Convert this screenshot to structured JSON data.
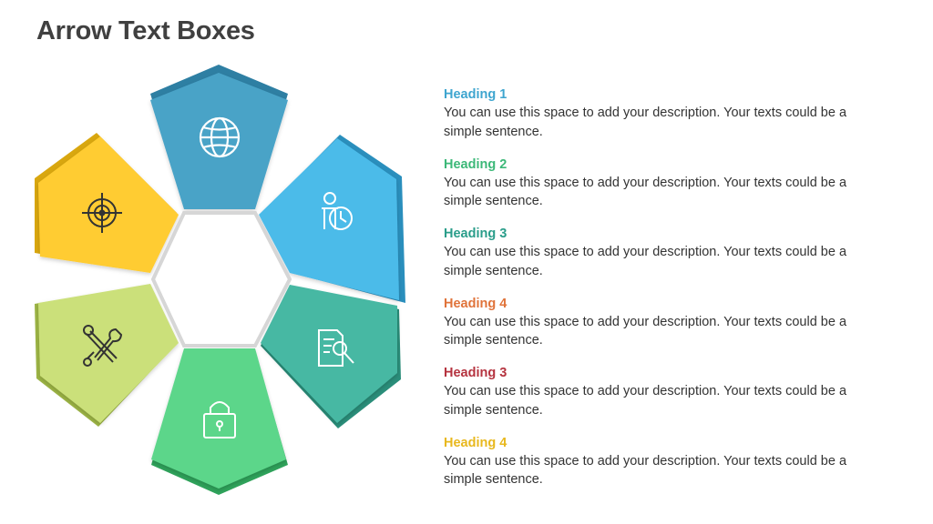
{
  "slide": {
    "title": "Arrow Text Boxes"
  },
  "diagram": {
    "segments": [
      {
        "icon": "globe-icon",
        "color": "#4aa3c7",
        "edge": "#2e7fa3"
      },
      {
        "icon": "person-clock-icon",
        "color": "#4cbbe9",
        "edge": "#2a8fbd"
      },
      {
        "icon": "document-search-icon",
        "color": "#47b8a3",
        "edge": "#2a8e7a"
      },
      {
        "icon": "lock-icon",
        "color": "#5bd68a",
        "edge": "#2fa35b"
      },
      {
        "icon": "tools-icon",
        "color": "#cbe07a",
        "edge": "#9db545"
      },
      {
        "icon": "target-icon",
        "color": "#ffcc33",
        "edge": "#d9a70f"
      }
    ],
    "center_stroke": "#d6d6d6"
  },
  "items": [
    {
      "heading": "Heading 1",
      "color": "#3ea5cf",
      "description": "You can use this space to add your description. Your texts could be a simple sentence."
    },
    {
      "heading": "Heading 2",
      "color": "#3cb878",
      "description": "You can use this space to add your description. Your texts could be a simple sentence."
    },
    {
      "heading": "Heading 3",
      "color": "#2a9d8a",
      "description": "You can use this space to add your description. Your texts could be a simple sentence."
    },
    {
      "heading": "Heading 4",
      "color": "#e0733a",
      "description": "You can use this space to add your description. Your texts could be a simple sentence."
    },
    {
      "heading": "Heading 3",
      "color": "#b5333f",
      "description": "You can use this space to add your description. Your texts could be a simple sentence."
    },
    {
      "heading": "Heading 4",
      "color": "#e8b81e",
      "description": "You can use this space to add your description. Your texts could be a simple sentence."
    }
  ]
}
